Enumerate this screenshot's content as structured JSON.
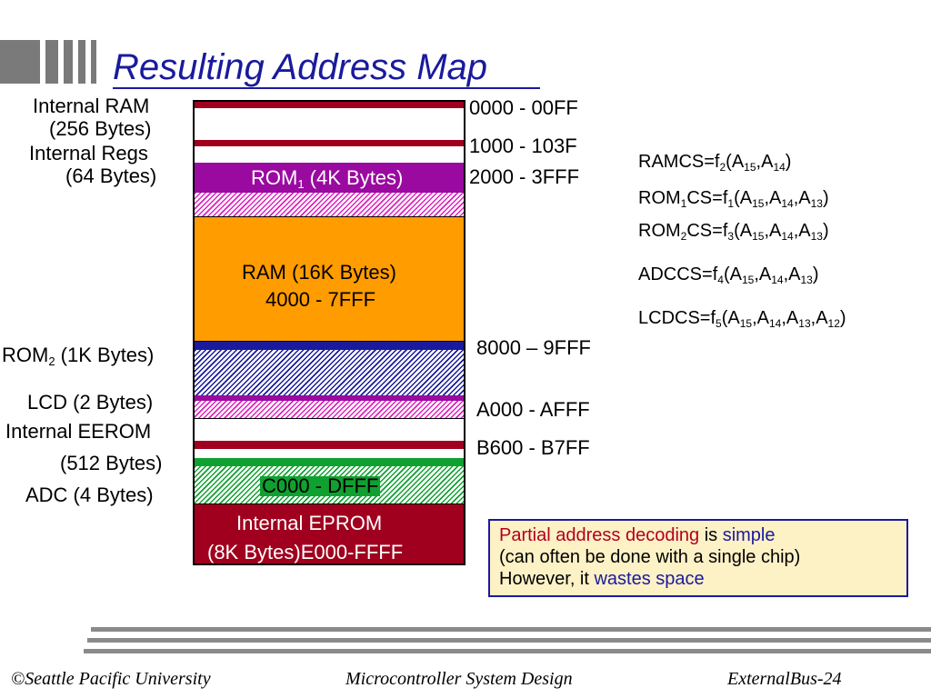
{
  "title": "Resulting Address Map",
  "left_labels": {
    "internal_ram": "Internal RAM",
    "internal_ram_size": "(256 Bytes)",
    "internal_regs": "Internal Regs",
    "internal_regs_size": "(64 Bytes)",
    "rom2_main": "ROM",
    "rom2_sub": "2",
    "rom2_rest": " (1K Bytes)",
    "lcd": "LCD (2 Bytes)",
    "internal_eerom": "Internal EEROM",
    "internal_eerom_size": "(512 Bytes)",
    "adc": "ADC (4 Bytes)"
  },
  "band_labels": {
    "rom1_main": "ROM",
    "rom1_sub": "1",
    "rom1_rest": " (4K Bytes)",
    "ram_line1": "RAM (16K Bytes)",
    "ram_line2": "4000 - 7FFF",
    "c000": "C000 - DFFF",
    "eprom_line1": "Internal EPROM",
    "eprom_line2": "(8K Bytes)E000-FFFF"
  },
  "addresses": {
    "a0000": "0000 - 00FF",
    "a1000": "1000 - 103F",
    "a2000": "2000 - 3FFF",
    "a8000": "8000 – 9FFF",
    "aA000": "A000 - AFFF",
    "aB600": "B600 - B7FF"
  },
  "equations": {
    "ramcs": {
      "name": "RAMCS=f",
      "fn": "2",
      "args": [
        [
          "A",
          "15"
        ],
        [
          "A",
          "14"
        ]
      ]
    },
    "rom1cs": {
      "pre": "ROM",
      "pre_sub": "1",
      "name": "CS=f",
      "fn": "1",
      "args": [
        [
          "A",
          "15"
        ],
        [
          "A",
          "14"
        ],
        [
          "A",
          "13"
        ]
      ]
    },
    "rom2cs": {
      "pre": "ROM",
      "pre_sub": "2",
      "name": "CS=f",
      "fn": "3",
      "args": [
        [
          "A",
          "15"
        ],
        [
          "A",
          "14"
        ],
        [
          "A",
          "13"
        ]
      ]
    },
    "adccs": {
      "name": "ADCCS=f",
      "fn": "4",
      "args": [
        [
          "A",
          "15"
        ],
        [
          "A",
          "14"
        ],
        [
          "A",
          "13"
        ]
      ]
    },
    "lcdcs": {
      "name": "LCDCS=f",
      "fn": "5",
      "args": [
        [
          "A",
          "15"
        ],
        [
          "A",
          "14"
        ],
        [
          "A",
          "13"
        ],
        [
          "A",
          "12"
        ]
      ]
    }
  },
  "note": {
    "line1_a": "Partial address decoding",
    "line1_b": " is ",
    "line1_c": "simple",
    "line2": "(can often be done with a single chip)",
    "line3_a": "However, it ",
    "line3_b": "wastes space"
  },
  "footer": {
    "left": "©Seattle Pacific University",
    "center": "Microcontroller System Design",
    "right": "ExternalBus-24"
  },
  "colors": {
    "dark_red": "#a0001e",
    "purple": "#9a0aa0",
    "orange": "#ff9c00",
    "navy": "#1a1a9c",
    "green": "#10a030",
    "title_blue": "#1a1a9c"
  }
}
